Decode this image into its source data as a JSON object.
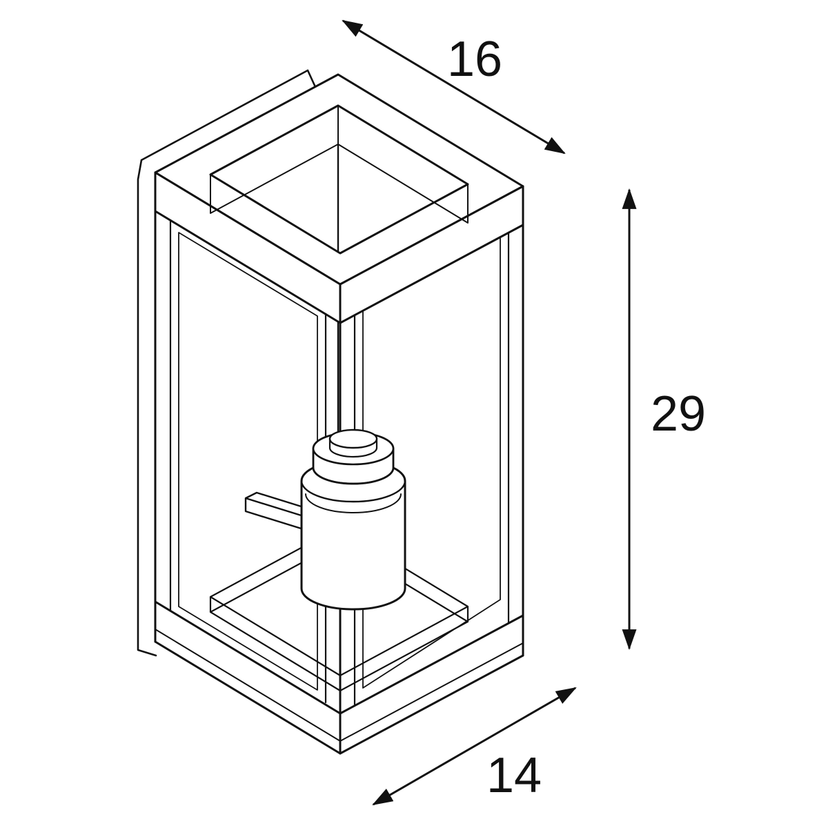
{
  "page": {
    "background_color": "#ffffff"
  },
  "diagram": {
    "kind": "technical-dimension-drawing",
    "subject": "box-frame wall lantern luminaire, isometric line drawing",
    "line_color": "#111111",
    "dimensions": {
      "width": {
        "value": "16",
        "placement": "top-diagonal-arrow"
      },
      "height": {
        "value": "29",
        "placement": "right-vertical-arrow"
      },
      "depth": {
        "value": "14",
        "placement": "bottom-diagonal-arrow"
      }
    }
  }
}
